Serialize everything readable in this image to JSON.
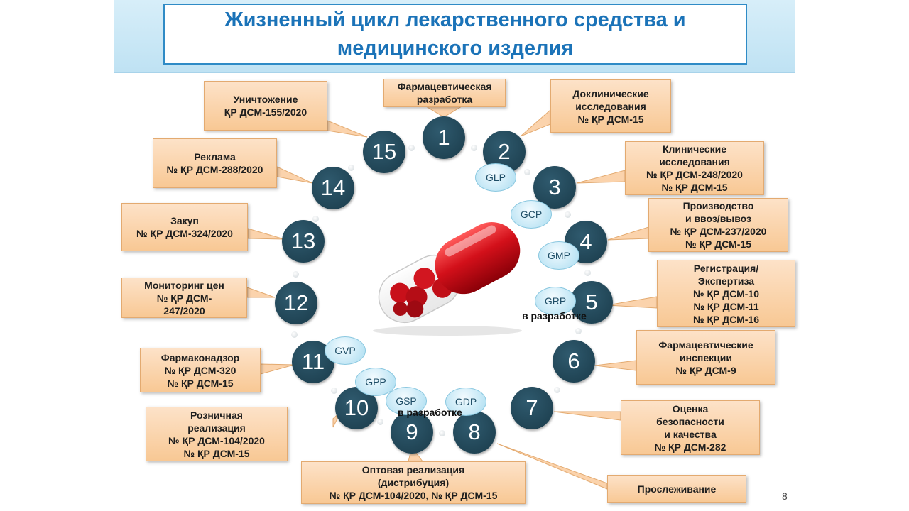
{
  "title": "Жизненный цикл лекарственного средства и медицинского изделия",
  "page_number": "8",
  "stages": [
    {
      "num": "1",
      "label": "Фармацевтическая\nразработка"
    },
    {
      "num": "2",
      "label": "Доклинические\nисследования\n№ ҚР ДСМ-15",
      "standard": "GLP"
    },
    {
      "num": "3",
      "label": "Клинические\nисследования\n№ ҚР ДСМ-248/2020\n№ ҚР ДСМ-15",
      "standard": "GCP"
    },
    {
      "num": "4",
      "label": "Производство\nи ввоз/вывоз\n№ ҚР ДСМ-237/2020\n№ ҚР ДСМ-15",
      "standard": "GMP"
    },
    {
      "num": "5",
      "label": "Регистрация/\nЭкспертиза\n№ ҚР ДСМ-10\n№ ҚР ДСМ-11\n№ ҚР ДСМ-16",
      "standard": "GRP",
      "note": "в разработке"
    },
    {
      "num": "6",
      "label": "Фармацевтические\nинспекции\n№ ҚР ДСМ-9"
    },
    {
      "num": "7",
      "label": "Оценка\nбезопасности\nи качества\n№ ҚР ДСМ-282"
    },
    {
      "num": "8",
      "label": "Прослеживание",
      "standard": "GDP"
    },
    {
      "num": "9",
      "label": "Оптовая реализация\n(дистрибуция)\n№ ҚР ДСМ-104/2020, № ҚР ДСМ-15",
      "standard": "GSP",
      "note": "в разработке"
    },
    {
      "num": "10",
      "label": "Розничная\nреализация\n№ ҚР ДСМ-104/2020\n№ ҚР ДСМ-15",
      "standard": "GPP"
    },
    {
      "num": "11",
      "label": "Фармаконадзор\n№ ҚР ДСМ-320\n№ ҚР ДСМ-15",
      "standard": "GVP"
    },
    {
      "num": "12",
      "label": "Мониторинг цен\n№ ҚР ДСМ-\n247/2020"
    },
    {
      "num": "13",
      "label": "Закуп\n№ ҚР ДСМ-324/2020"
    },
    {
      "num": "14",
      "label": "Реклама\n№ ҚР ДСМ-288/2020"
    },
    {
      "num": "15",
      "label": "Уничтожение\nҚР ДСМ-155/2020"
    }
  ]
}
